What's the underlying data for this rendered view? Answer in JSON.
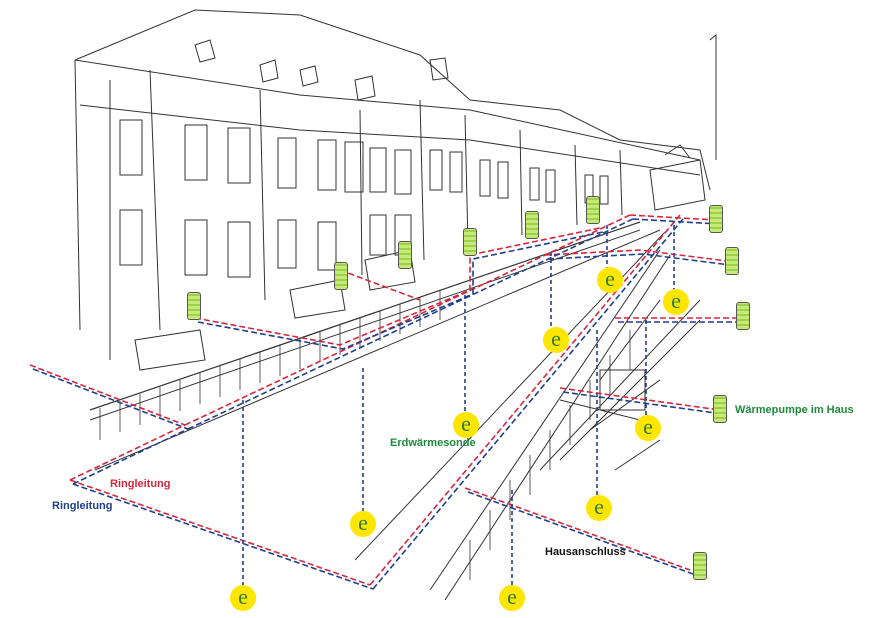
{
  "labels": {
    "ringleitung_red": "Ringleitung",
    "ringleitung_blue": "Ringleitung",
    "erdwaermesonde": "Erdwärmesonde",
    "waermepumpe": "Wärmepumpe im Haus",
    "hausanschluss": "Hausanschluss"
  },
  "probe_glyph": "e",
  "colors": {
    "supply_line": "#d7263d",
    "return_line": "#1f3f8f",
    "probe": "#ffe600",
    "probe_glyph": "#2f7d3a",
    "pump": "#9fd04a",
    "sketch": "#333333"
  },
  "icons": [
    "geothermal-probe-icon",
    "heat-pump-icon"
  ]
}
